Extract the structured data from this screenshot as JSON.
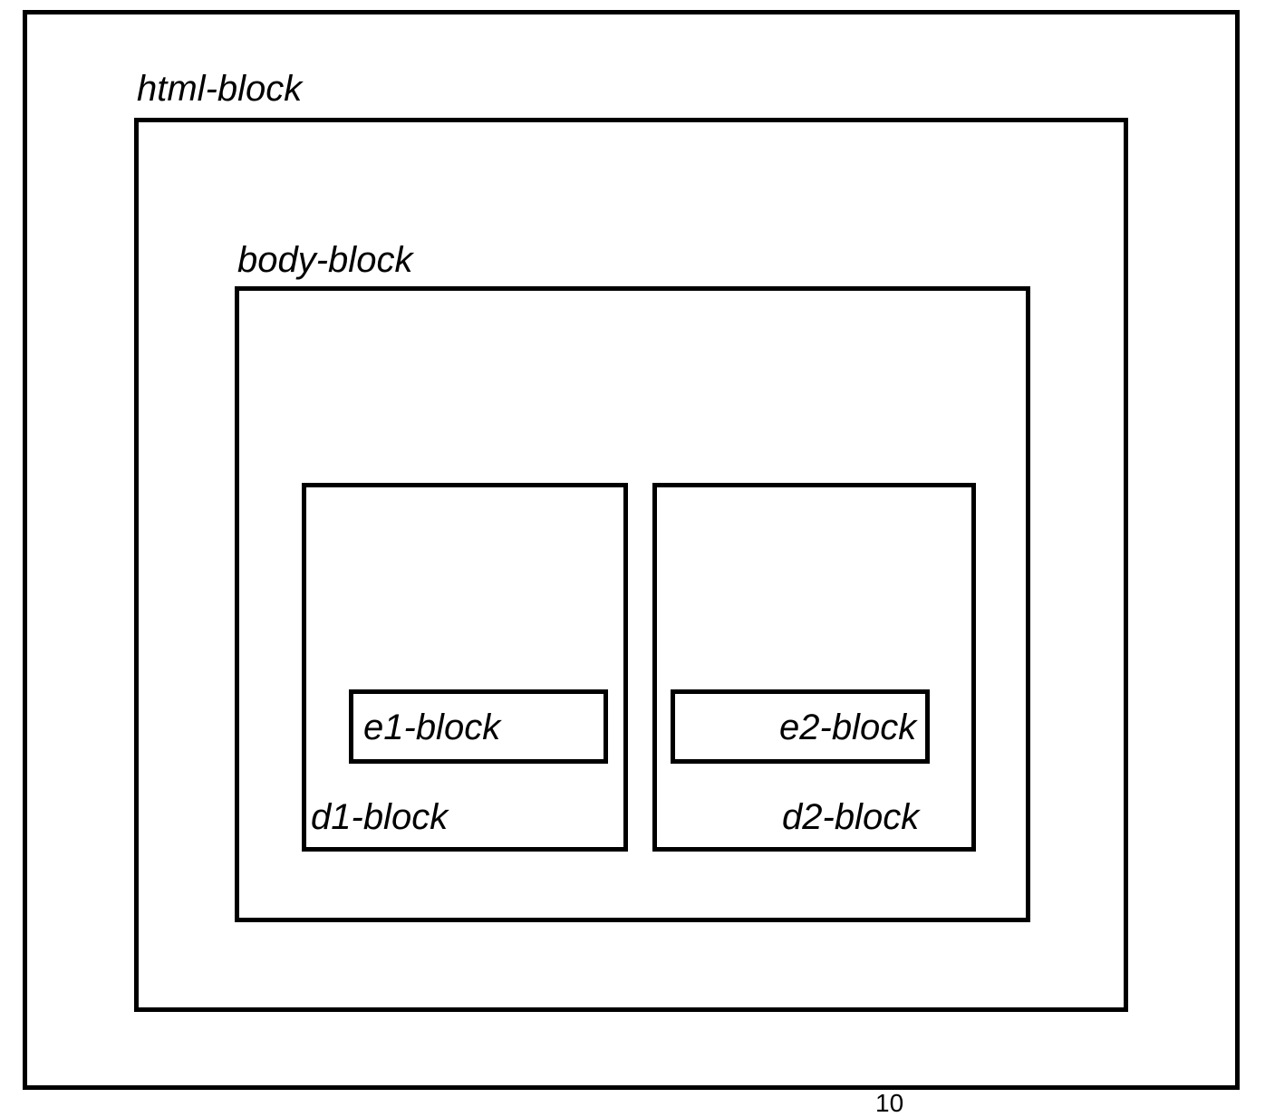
{
  "diagram": {
    "html_label": "html-block",
    "body_label": "body-block",
    "d1_label": "d1-block",
    "d2_label": "d2-block",
    "e1_label": "e1-block",
    "e2_label": "e2-block",
    "page_number": "10"
  },
  "colors": {
    "stroke": "#000000",
    "background": "#ffffff"
  }
}
